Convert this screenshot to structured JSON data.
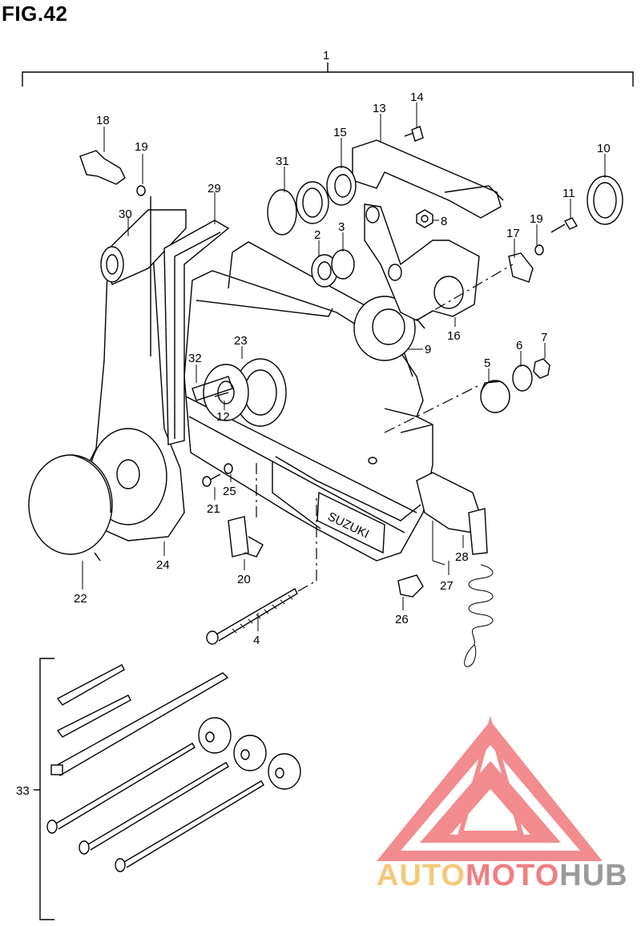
{
  "figure": {
    "title": "FIG.42"
  },
  "brand_on_part": "SUZUKI",
  "watermark": {
    "part1": "AUTO",
    "part2": "MOTO",
    "part3": "HUB",
    "colors": {
      "auto": "#f5c97a",
      "moto": "#f07f82",
      "hub": "#9a9a9a",
      "logo": "#f28c8e"
    }
  },
  "callouts": [
    "1",
    "2",
    "3",
    "4",
    "5",
    "6",
    "7",
    "8",
    "9",
    "10",
    "11",
    "12",
    "13",
    "14",
    "15",
    "16",
    "17",
    "18",
    "19",
    "19",
    "20",
    "21",
    "22",
    "23",
    "24",
    "25",
    "26",
    "27",
    "28",
    "29",
    "30",
    "31",
    "32",
    "33"
  ]
}
